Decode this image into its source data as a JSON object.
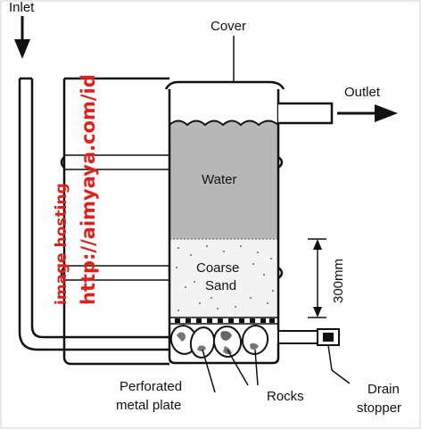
{
  "labels": {
    "inlet": "Inlet",
    "cover": "Cover",
    "outlet": "Outlet",
    "water": "Water",
    "coarse": "Coarse",
    "sand": "Sand",
    "height": "300mm",
    "perforated": "Perforated",
    "metal_plate": "metal plate",
    "rocks": "Rocks",
    "drain": "Drain",
    "stopper": "stopper"
  },
  "watermark": {
    "line1": "image hosting",
    "line2": "http://aimyaya.com/id"
  },
  "colors": {
    "water": "#b7b7b7",
    "sand": "#f3f3f3",
    "outline": "#111111",
    "watermark": "#e0201a"
  }
}
